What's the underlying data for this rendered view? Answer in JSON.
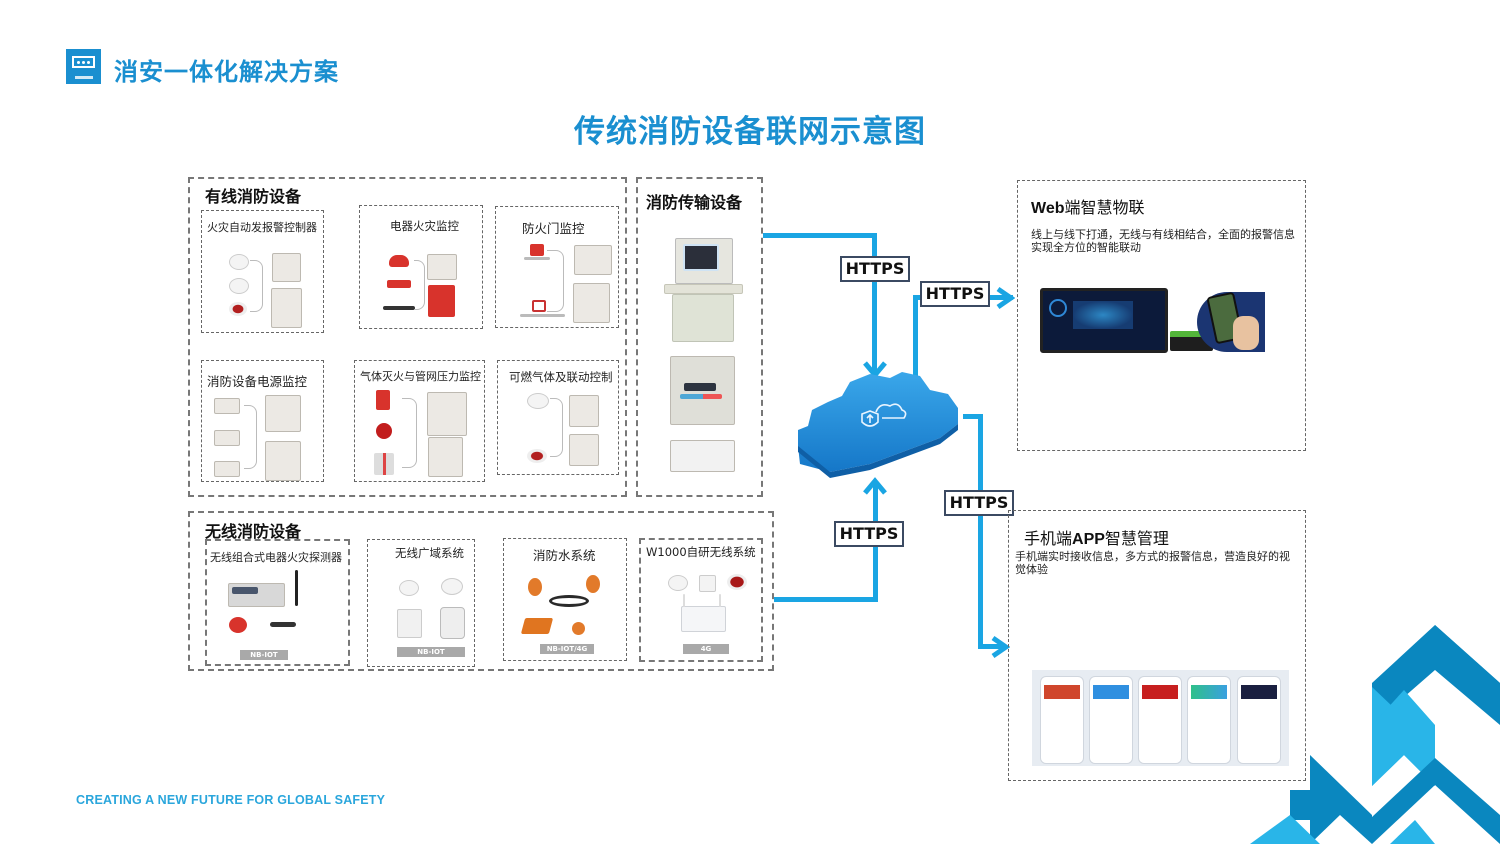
{
  "header": {
    "brand_title": "消安一体化解决方案",
    "logo_icon": "company-logo-icon"
  },
  "diagram": {
    "title": "传统消防设备联网示意图",
    "wired_group": {
      "title": "有线消防设备",
      "items": [
        {
          "label": "火灾自动发报警控制器"
        },
        {
          "label": "电器火灾监控"
        },
        {
          "label": "防火门监控"
        },
        {
          "label": "消防设备电源监控"
        },
        {
          "label": "气体灭火与管网压力监控"
        },
        {
          "label": "可燃气体及联动控制"
        }
      ]
    },
    "transmission_group": {
      "title": "消防传输设备"
    },
    "wireless_group": {
      "title": "无线消防设备",
      "items": [
        {
          "label": "无线组合式电器火灾探测器",
          "network": "NB-IOT"
        },
        {
          "label": "无线广域系统",
          "network": "NB-IOT"
        },
        {
          "label": "消防水系统",
          "network": "NB-IOT/4G"
        },
        {
          "label": "W1000自研无线系统",
          "network": "4G"
        }
      ]
    },
    "connections": [
      {
        "label": "HTTPS",
        "from": "消防传输设备",
        "to": "cloud"
      },
      {
        "label": "HTTPS",
        "from": "cloud",
        "to": "Web端智慧物联"
      },
      {
        "label": "HTTPS",
        "from": "无线消防设备",
        "to": "cloud"
      },
      {
        "label": "HTTPS",
        "from": "cloud",
        "to": "手机端APP智慧管理"
      }
    ],
    "web_panel": {
      "title_latin": "Web",
      "title_cn": "端智慧物联",
      "description": "线上与线下打通，无线与有线相结合，全面的报警信息实现全方位的智能联动"
    },
    "app_panel": {
      "title_cn1": "手机端",
      "title_latin": "APP",
      "title_cn2": "智慧管理",
      "description": "手机端实时接收信息，多方式的报警信息，营造良好的视觉体验"
    }
  },
  "footer": {
    "slogan": "CREATING A NEW FUTURE FOR GLOBAL SAFETY"
  },
  "colors": {
    "brand_blue": "#1a8fd0",
    "line_blue": "#1aa5e3",
    "deco_dark_blue": "#0a87bf",
    "deco_light_blue": "#29b5e8"
  }
}
